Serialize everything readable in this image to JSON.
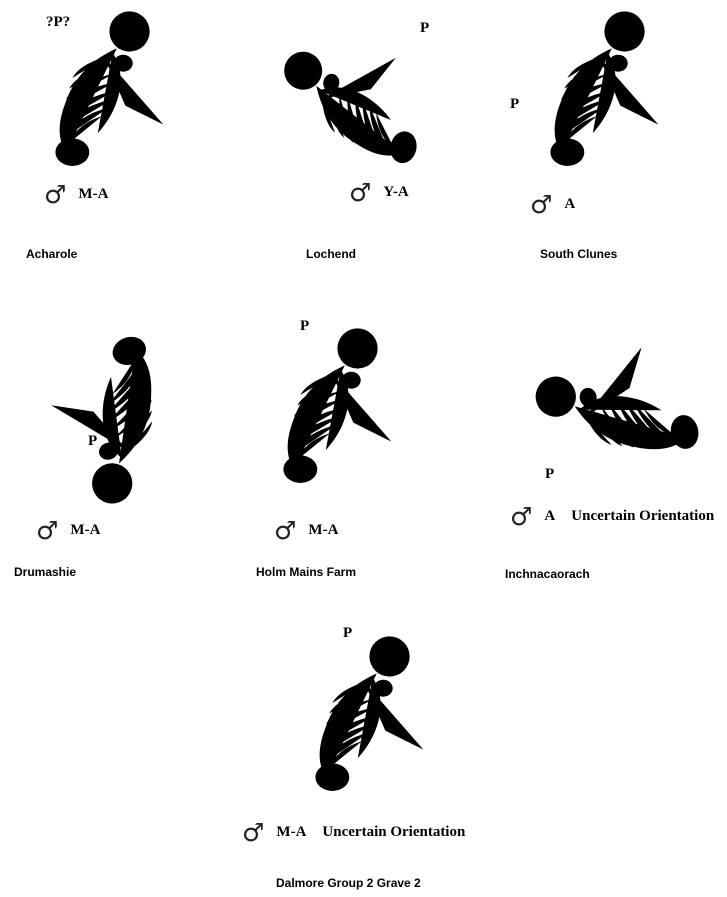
{
  "figures": [
    {
      "site": "Acharole",
      "p_label": "?P?",
      "sex_symbol": "♂",
      "age": "M-A",
      "orientation": ""
    },
    {
      "site": "Lochend",
      "p_label": "P",
      "sex_symbol": "♂",
      "age": "Y-A",
      "orientation": ""
    },
    {
      "site": "South Clunes",
      "p_label": "P",
      "sex_symbol": "♂",
      "age": "A",
      "orientation": ""
    },
    {
      "site": "Drumashie",
      "p_label": "P",
      "sex_symbol": "♂",
      "age": "M-A",
      "orientation": ""
    },
    {
      "site": "Holm Mains Farm",
      "p_label": "P",
      "sex_symbol": "♂",
      "age": "M-A",
      "orientation": ""
    },
    {
      "site": "Inchnacaorach",
      "p_label": "P",
      "sex_symbol": "♂",
      "age": "A",
      "orientation": "Uncertain Orientation"
    },
    {
      "site": "Dalmore Group 2 Grave 2",
      "p_label": "P",
      "sex_symbol": "♂",
      "age": "M-A",
      "orientation": "Uncertain Orientation"
    }
  ]
}
